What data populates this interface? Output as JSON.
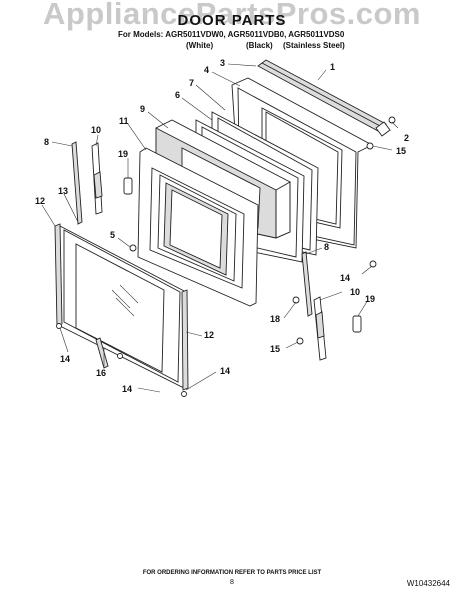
{
  "watermark": "AppliancePartsPros.com",
  "header": {
    "title": "DOOR PARTS",
    "models": "For Models: AGR5011VDW0, AGR5011VDB0, AGR5011VDS0",
    "variants": [
      "(White)",
      "(Black)",
      "(Stainless Steel)"
    ]
  },
  "callouts": [
    "1",
    "2",
    "3",
    "4",
    "5",
    "6",
    "7",
    "8",
    "9",
    "10",
    "11",
    "12",
    "13",
    "14",
    "15",
    "16",
    "18",
    "19"
  ],
  "footer": {
    "ordering": "FOR ORDERING INFORMATION REFER TO PARTS PRICE LIST",
    "page": "8",
    "doc_number": "W10432644"
  }
}
